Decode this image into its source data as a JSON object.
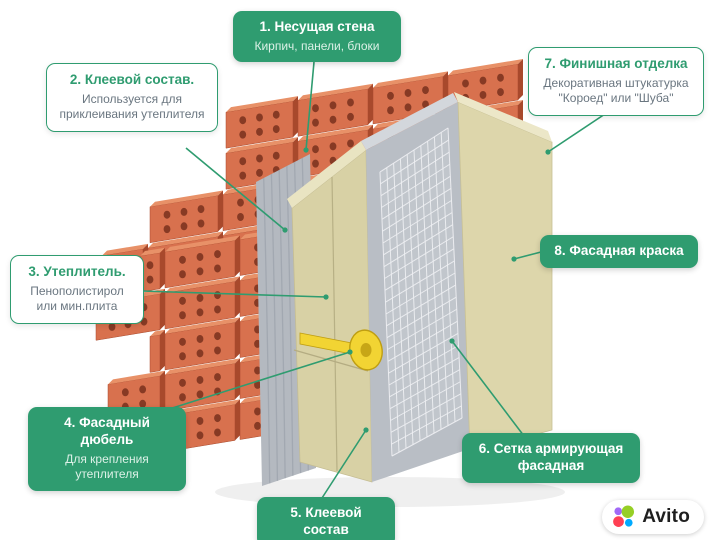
{
  "colors": {
    "accent": "#2f9c70",
    "body_text": "#6a7680",
    "brick": "#d8714e",
    "brick_top": "#e89168",
    "brick_side": "#a8492c",
    "brick_hole": "#7e3420",
    "adhesive": "#b4b9c0",
    "adhesive_dark": "#949ba4",
    "insulation": "#d8d1a5",
    "insulation_top": "#e9e4c2",
    "insulation_seam": "#b4ac82",
    "basecoat": "#b9bec5",
    "basecoat_top": "#d3d7dc",
    "mesh": "#eef0f3",
    "finish": "#ddd6ab",
    "finish_top": "#ece7c8",
    "dowel": "#f2d433",
    "dowel_dark": "#bf9e12"
  },
  "callouts": [
    {
      "id": 1,
      "style": "filled",
      "title": "1. Несущая стена",
      "subtitle": "Кирпич, панели, блоки"
    },
    {
      "id": 2,
      "style": "outline",
      "title": "2. Клеевой состав.",
      "subtitle": "Используется для приклеивания утеплителя"
    },
    {
      "id": 3,
      "style": "outline",
      "title": "3. Утеплитель.",
      "subtitle": "Пенополистирол или мин.плита"
    },
    {
      "id": 4,
      "style": "filled",
      "title": "4. Фасадный дюбель",
      "subtitle": "Для крепления утеплителя"
    },
    {
      "id": 5,
      "style": "filled",
      "title": "5. Клеевой состав",
      "subtitle": ""
    },
    {
      "id": 6,
      "style": "filled",
      "title": "6. Сетка армирующая фасадная",
      "subtitle": ""
    },
    {
      "id": 7,
      "style": "outline",
      "title": "7. Финишная отделка",
      "subtitle": "Декоративная штукатурка \"Короед\" или \"Шуба\""
    },
    {
      "id": 8,
      "style": "filled",
      "title": "8. Фасадная краска",
      "subtitle": ""
    }
  ],
  "watermark": {
    "label": "Avito"
  }
}
